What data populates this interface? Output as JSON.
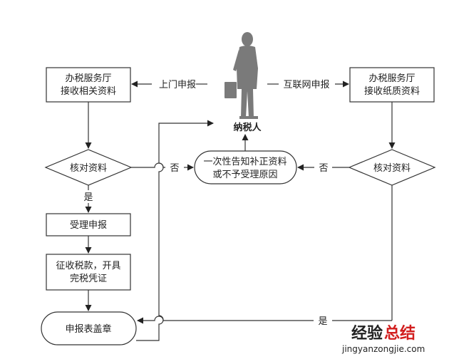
{
  "diagram": {
    "nodes": {
      "office_left": {
        "line1": "办税服务厅",
        "line2": "接收相关资料"
      },
      "office_right": {
        "line1": "办税服务厅",
        "line2": "接收纸质资料"
      },
      "taxpayer": {
        "label": "纳税人"
      },
      "check_left": {
        "label": "核对资料"
      },
      "check_right": {
        "label": "核对资料"
      },
      "notify": {
        "line1": "一次性告知补正资料",
        "line2": "或不予受理原因"
      },
      "accept": {
        "label": "受理申报"
      },
      "collect": {
        "line1": "征收税款，开具",
        "line2": "完税凭证"
      },
      "stamp": {
        "label": "申报表盖章"
      }
    },
    "edge_labels": {
      "onsite": "上门申报",
      "online": "互联网申报",
      "no_left": "否",
      "no_right": "否",
      "yes_left": "是",
      "yes_right": "是"
    }
  },
  "watermark": {
    "brand_part1": "经验",
    "brand_part2": "总结",
    "url": "jingyanzongjie.com"
  },
  "colors": {
    "line": "#333333",
    "person": "#7a7a7a",
    "watermark_accent": "#d21e1e"
  }
}
